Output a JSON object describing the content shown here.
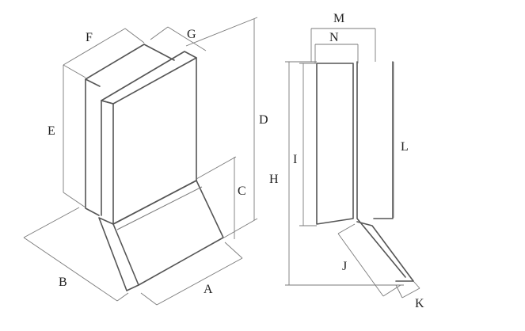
{
  "diagram": {
    "colors": {
      "line": "#555555",
      "dimension": "#7a7a7a",
      "text": "#222222",
      "background": "#ffffff"
    },
    "isometric_view": {
      "labels": {
        "A": "A",
        "B": "B",
        "C": "C",
        "D": "D",
        "E": "E",
        "F": "F",
        "G": "G"
      }
    },
    "section_view": {
      "labels": {
        "H": "H",
        "I": "I",
        "J": "J",
        "K": "K",
        "L": "L",
        "M": "M",
        "N": "N"
      }
    }
  }
}
